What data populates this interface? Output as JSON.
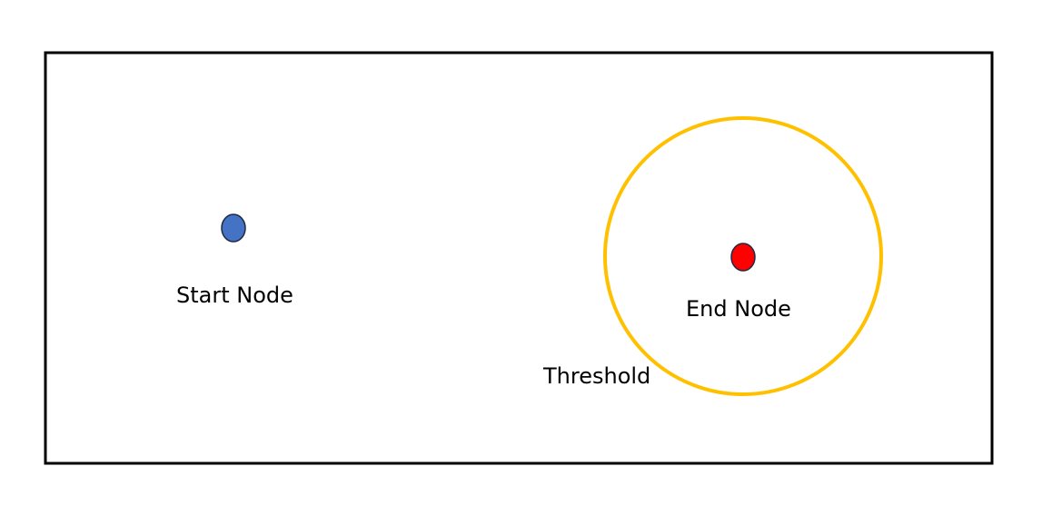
{
  "diagram": {
    "start_node": {
      "label": "Start Node",
      "color": "#4472C4"
    },
    "end_node": {
      "label": "End Node",
      "color": "#FF0000"
    },
    "threshold": {
      "label": "Threshold",
      "color": "#FFC000"
    },
    "frame_color": "#000000",
    "node_outline_color": "#1F2A44"
  }
}
